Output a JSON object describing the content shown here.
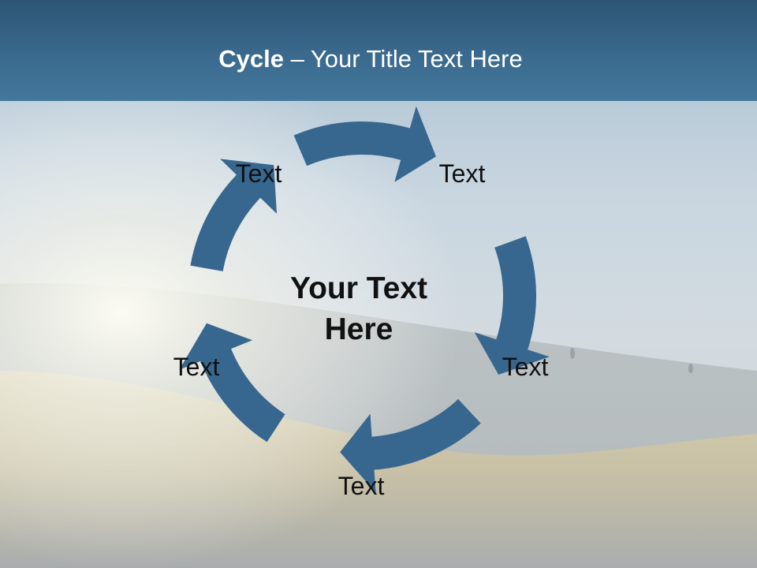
{
  "slide": {
    "title_bold": "Cycle",
    "title_rest": " – Your Title Text Here",
    "center_text_line1": "Your Text",
    "center_text_line2": "Here"
  },
  "cycle": {
    "type": "cycle",
    "arrow_color": "#37678f",
    "steps": [
      {
        "label": "Text"
      },
      {
        "label": "Text"
      },
      {
        "label": "Text"
      },
      {
        "label": "Text"
      },
      {
        "label": "Text"
      }
    ]
  },
  "colors": {
    "title_bar": "#3a6a8e",
    "arrow": "#37678f",
    "text": "#111111",
    "title_text": "#ffffff"
  }
}
